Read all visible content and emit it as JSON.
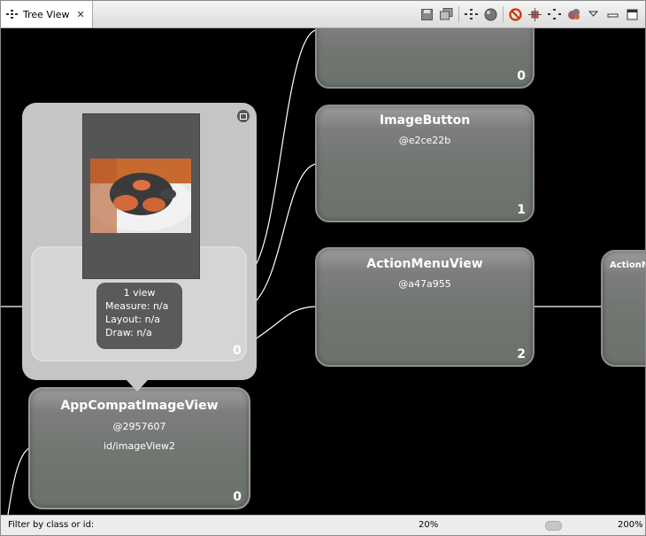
{
  "tab": {
    "title": "Tree View",
    "close": "✕"
  },
  "toolbar": {
    "icons": [
      "save-icon",
      "copy-icon",
      "tree-layout-icon",
      "sphere-icon",
      "stop-icon",
      "move-icon",
      "tree-icon",
      "palette-icon",
      "view-menu-icon",
      "minimize-icon",
      "maximize-icon"
    ]
  },
  "nodes": {
    "top": {
      "title": "",
      "id": "",
      "index": "0"
    },
    "image_button": {
      "title": "ImageButton",
      "id": "@e2ce22b",
      "index": "1"
    },
    "action_menu_view": {
      "title": "ActionMenuView",
      "id": "@a47a955",
      "index": "2"
    },
    "action_menu_partial": {
      "title": "ActionM"
    },
    "app_compat_image_view": {
      "title": "AppCompatImageView",
      "id": "@2957607",
      "resource_id": "id/imageView2",
      "index": "0"
    }
  },
  "popup": {
    "views": "1 view",
    "measure": "Measure: n/a",
    "layout": "Layout: n/a",
    "draw": "Draw: n/a",
    "index": "0"
  },
  "status": {
    "filter_label": "Filter by class or id:",
    "filter_value": "",
    "zoom_min": "20%",
    "zoom_max": "200%"
  },
  "colors": {
    "canvas": "#000000",
    "node_gray": "#747a74",
    "popup_gray": "#c5c5c5",
    "stop_red": "#cc3300"
  }
}
